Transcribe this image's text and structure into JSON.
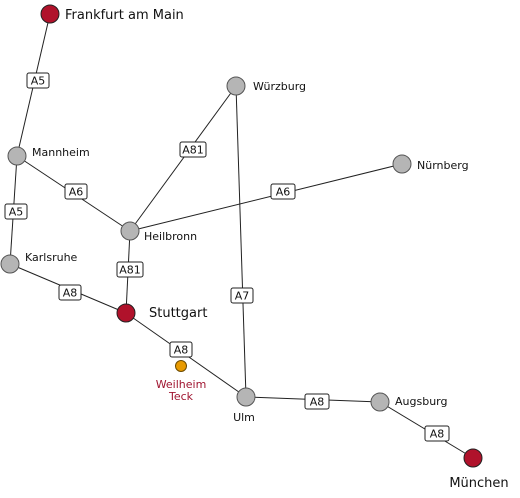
{
  "colors": {
    "major_city": "#b0122b",
    "minor_city": "#b5b5b5",
    "poi": "#e89a00",
    "poi_label": "#a01530",
    "road": "#222222"
  },
  "cities": {
    "frankfurt": "Frankfurt am Main",
    "wuerzburg": "Würzburg",
    "mannheim": "Mannheim",
    "nuernberg": "Nürnberg",
    "heilbronn": "Heilbronn",
    "karlsruhe": "Karlsruhe",
    "stuttgart": "Stuttgart",
    "ulm": "Ulm",
    "augsburg": "Augsburg",
    "muenchen": "München"
  },
  "poi": {
    "line1": "Weilheim",
    "line2": "Teck"
  },
  "roads": {
    "a5_frankfurt_mannheim": "A5",
    "a5_mannheim_karlsruhe": "A5",
    "a6_mannheim_heilbronn": "A6",
    "a6_heilbronn_nuernberg": "A6",
    "a81_heilbronn_wuerzburg": "A81",
    "a81_heilbronn_stuttgart": "A81",
    "a8_karlsruhe_stuttgart": "A8",
    "a8_stuttgart_ulm": "A8",
    "a7_wuerzburg_ulm": "A7",
    "a8_ulm_augsburg": "A8",
    "a8_augsburg_muenchen": "A8"
  }
}
